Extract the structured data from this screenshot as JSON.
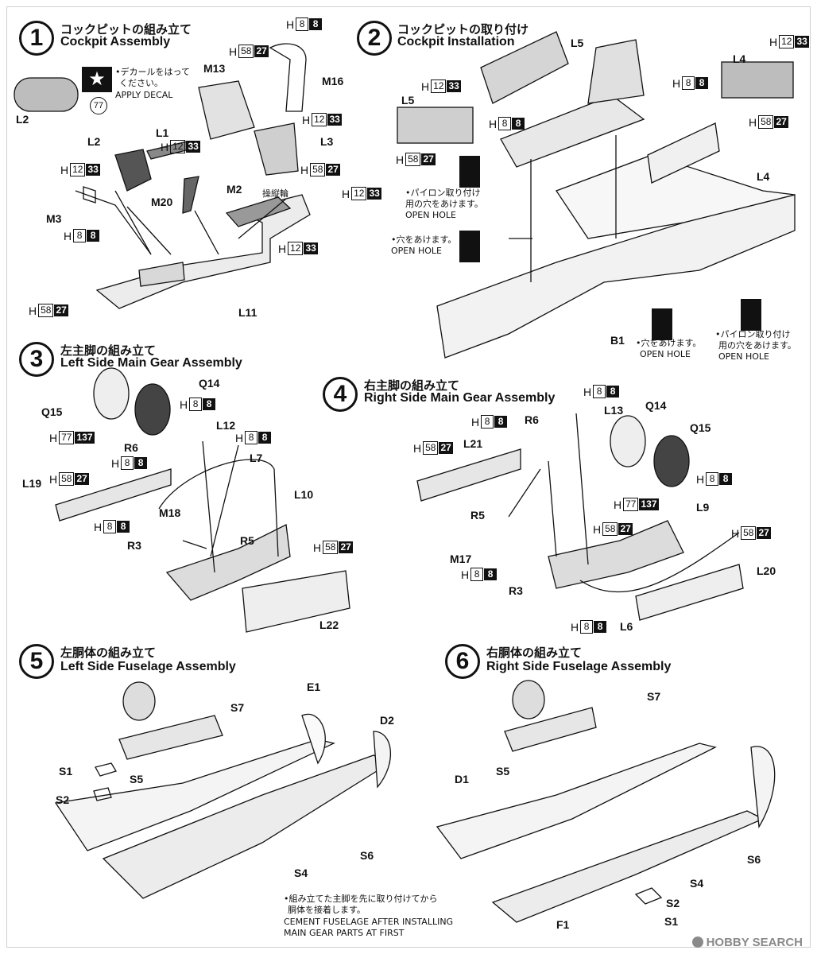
{
  "steps": [
    {
      "num": "1",
      "jp": "コックピットの組み立て",
      "en": "Cockpit Assembly"
    },
    {
      "num": "2",
      "jp": "コックピットの取り付け",
      "en": "Cockpit Installation"
    },
    {
      "num": "3",
      "jp": "左主脚の組み立て",
      "en": "Left Side Main Gear Assembly"
    },
    {
      "num": "4",
      "jp": "右主脚の組み立て",
      "en": "Right Side Main Gear Assembly"
    },
    {
      "num": "5",
      "jp": "左胴体の組み立て",
      "en": "Left Side Fuselage Assembly"
    },
    {
      "num": "6",
      "jp": "右胴体の組み立て",
      "en": "Right Side Fuselage Assembly"
    }
  ],
  "notes": {
    "decal_jp1": "•デカールをはって",
    "decal_jp2": "ください。",
    "decal_en": "APPLY DECAL",
    "decal_num": "77",
    "pylon_jp1": "•パイロン取り付け",
    "pylon_jp2": "用の穴をあけます。",
    "hole_en": "OPEN HOLE",
    "hole_jp": "•穴をあけます。",
    "stick_jp": "操縦輪",
    "fuselage_jp1": "•組み立てた主脚を先に取り付けてから",
    "fuselage_jp2": "胴体を接着します。",
    "fuselage_en1": "CEMENT FUSELAGE AFTER INSTALLING",
    "fuselage_en2": "MAIN GEAR PARTS AT FIRST"
  },
  "refs": {
    "h": "H",
    "n8": "8",
    "n12": "12",
    "n33": "33",
    "n58": "58",
    "n27": "27",
    "n77": "77",
    "n137": "137"
  },
  "parts": {
    "L2": "L2",
    "L1": "L1",
    "M13": "M13",
    "M16": "M16",
    "L3": "L3",
    "M20": "M20",
    "M2": "M2",
    "M3": "M3",
    "L11": "L11",
    "L5": "L5",
    "L4": "L4",
    "B1": "B1",
    "Q14": "Q14",
    "Q15": "Q15",
    "L12": "L12",
    "L7": "L7",
    "R6": "R6",
    "L19": "L19",
    "L10": "L10",
    "M18": "M18",
    "R3": "R3",
    "R5": "R5",
    "L22": "L22",
    "L13": "L13",
    "L21": "L21",
    "L9": "L9",
    "M17": "M17",
    "L20": "L20",
    "L6": "L6",
    "E1": "E1",
    "S7": "S7",
    "D2": "D2",
    "S1": "S1",
    "S2": "S2",
    "S5": "S5",
    "S4": "S4",
    "S6": "S6",
    "D1": "D1",
    "F1": "F1"
  },
  "watermark": "HOBBY SEARCH"
}
